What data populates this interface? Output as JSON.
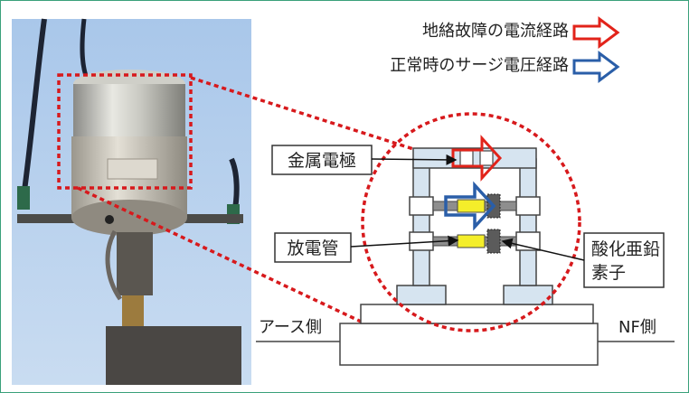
{
  "legend": {
    "fault_path": "地絡故障の電流経路",
    "surge_path": "正常時のサージ電圧経路"
  },
  "labels": {
    "metal_electrode": "金属電極",
    "discharge_tube": "放電管",
    "zinc_oxide_line1": "酸化亜鉛",
    "zinc_oxide_line2": "素子",
    "earth_side": "アース側",
    "nf_side": "NF側"
  },
  "colors": {
    "fault_arrow": "#e2231a",
    "surge_arrow": "#2a5ea8",
    "callout_circle": "#d7191c",
    "pillar": "#d6e4f0",
    "element_yellow": "#f4ee2a"
  }
}
